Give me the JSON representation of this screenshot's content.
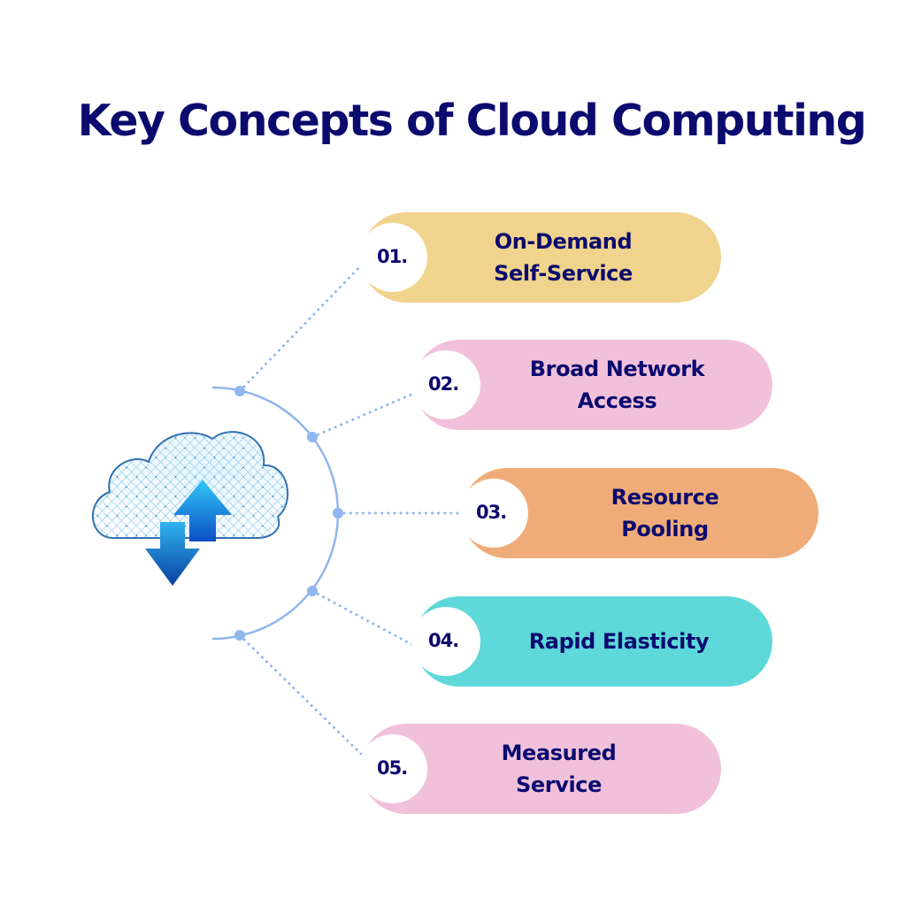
{
  "title": "Key Concepts of Cloud Computing",
  "concepts": [
    {
      "number": "01.",
      "label": "On-Demand\nSelf-Service",
      "color": "#f0d38c"
    },
    {
      "number": "02.",
      "label": "Broad Network\nAccess",
      "color": "#f1c1dc"
    },
    {
      "number": "03.",
      "label": "Resource\nPooling",
      "color": "#f0ac78"
    },
    {
      "number": "04.",
      "label": "Rapid Elasticity",
      "color": "#5ed8d8"
    },
    {
      "number": "05.",
      "label": "Measured\nService",
      "color": "#f1c1dc"
    }
  ],
  "icons": {
    "cloud": "cloud-network-icon",
    "arrow_up": "upload-arrow-icon",
    "arrow_down": "download-arrow-icon"
  },
  "colors": {
    "title": "#0b0a6e",
    "connector": "#8fb6ee"
  }
}
